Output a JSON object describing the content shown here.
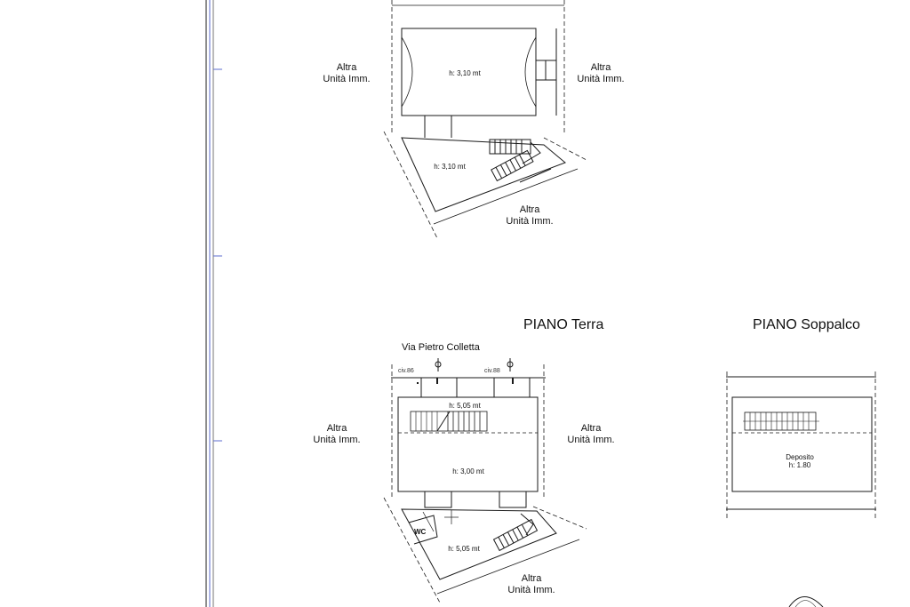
{
  "labels": {
    "altra": "Altra",
    "unita": "Unità Imm."
  },
  "titles": {
    "piano_terra": "PIANO Terra",
    "piano_soppalco": "PIANO Soppalco"
  },
  "street": "Via Pietro Colletta",
  "civici": {
    "left": "civ.86",
    "right": "civ.88"
  },
  "heights": {
    "upper_main": "h: 3,10 mt",
    "upper_rear": "h: 3,10 mt",
    "ground_top": "h: 5,05 mt",
    "ground_main": "h: 3,00 mt",
    "ground_rear": "h: 5,05 mt"
  },
  "rooms": {
    "wc": "WC",
    "deposito": "Deposito",
    "deposito_h": "h: 1.80"
  },
  "colors": {
    "line": "#1a1a1a",
    "margin_line": "#5c6ccf"
  }
}
